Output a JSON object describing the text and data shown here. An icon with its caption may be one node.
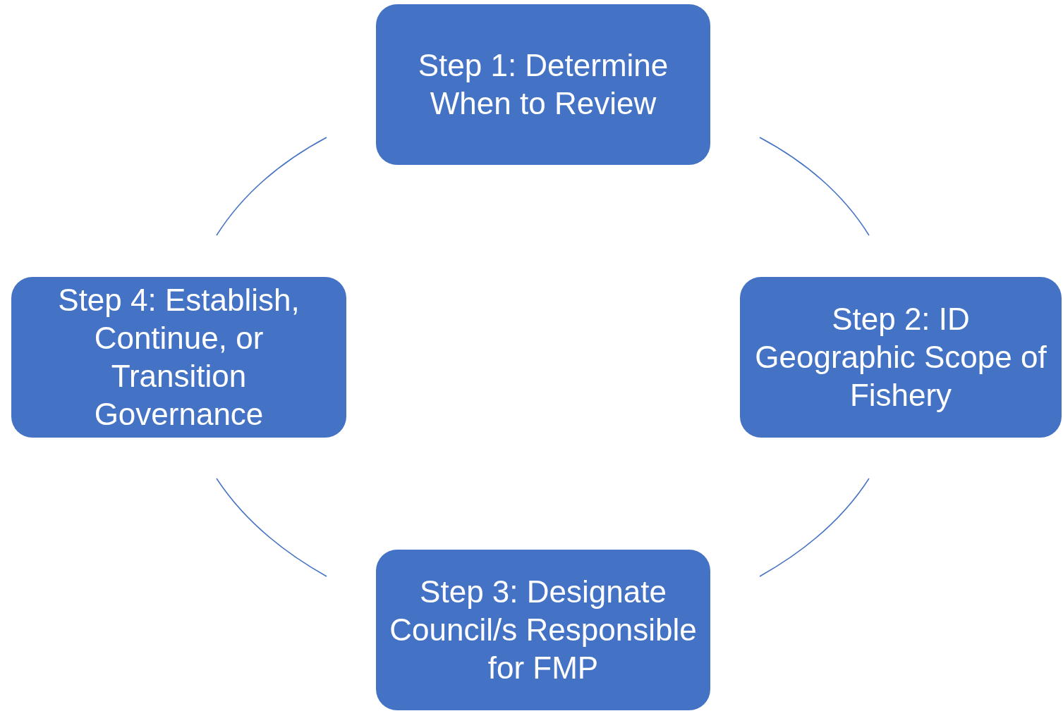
{
  "diagram": {
    "nodes": [
      {
        "text": [
          "Step 1: Determine When to Review"
        ]
      },
      {
        "text": [
          "Step 2:  ID Geographic Scope of Fishery"
        ]
      },
      {
        "text": [
          "Step 3:  Designate Council/s Responsible for FMP"
        ]
      },
      {
        "text": [
          "Step 4:  Establish, Continue, or Transition Governance"
        ]
      }
    ],
    "edges": [
      {
        "from": 0,
        "to": 1,
        "arrow": "none"
      },
      {
        "from": 1,
        "to": 2,
        "arrow": "none"
      },
      {
        "from": 2,
        "to": 3,
        "arrow": "none"
      },
      {
        "from": 3,
        "to": 0,
        "arrow": "none"
      }
    ]
  }
}
